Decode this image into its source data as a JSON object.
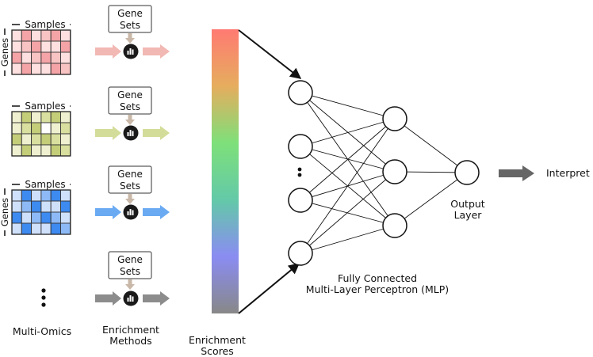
{
  "omics_blocks": [
    {
      "samples_label": "Samples",
      "genes_label": "Genes",
      "gene_sets_label": [
        "Gene",
        "Sets"
      ],
      "arrow_color": "#f2b8b3",
      "grid": [
        [
          "#fde0df",
          "#f4a3a6",
          "#fde0df",
          "#f8c3c3",
          "#f4a3a6",
          "#fde0df"
        ],
        [
          "#fde0df",
          "#f8c3c3",
          "#f4a3a6",
          "#fde0df",
          "#fde0df",
          "#f4a3a6"
        ],
        [
          "#f4a3a6",
          "#fde0df",
          "#f8c3c3",
          "#f4a3a6",
          "#f8c3c3",
          "#fde0df"
        ],
        [
          "#fde0df",
          "#f4a3a6",
          "#fde0df",
          "#fde0df",
          "#f4a3a6",
          "#f8c3c3"
        ]
      ]
    },
    {
      "samples_label": "Samples",
      "genes_label": "",
      "gene_sets_label": [
        "Gene",
        "Sets"
      ],
      "arrow_color": "#d4dc9a",
      "grid": [
        [
          "#eef0cf",
          "#c4cd78",
          "#eef0cf",
          "#d9df9e",
          "#c4cd78",
          "#eef0cf"
        ],
        [
          "#eef0cf",
          "#d9df9e",
          "#c4cd78",
          "#ffffff",
          "#eef0cf",
          "#d9df9e"
        ],
        [
          "#c4cd78",
          "#eef0cf",
          "#d9df9e",
          "#c4cd78",
          "#d9df9e",
          "#eef0cf"
        ],
        [
          "#eef0cf",
          "#c4cd78",
          "#eef0cf",
          "#eef0cf",
          "#c4cd78",
          "#d9df9e"
        ]
      ]
    },
    {
      "samples_label": "Samples",
      "genes_label": "Genes",
      "gene_sets_label": [
        "Gene",
        "Sets"
      ],
      "arrow_color": "#6aaaf2",
      "grid": [
        [
          "#cfe0fb",
          "#3d8af0",
          "#cfe0fb",
          "#8dbaf6",
          "#3d8af0",
          "#cfe0fb"
        ],
        [
          "#cfe0fb",
          "#8dbaf6",
          "#3d8af0",
          "#cfe0fb",
          "#cfe0fb",
          "#3d8af0"
        ],
        [
          "#3d8af0",
          "#cfe0fb",
          "#8dbaf6",
          "#3d8af0",
          "#8dbaf6",
          "#cfe0fb"
        ],
        [
          "#cfe0fb",
          "#3d8af0",
          "#cfe0fb",
          "#cfe0fb",
          "#3d8af0",
          "#8dbaf6"
        ]
      ]
    }
  ],
  "extra_gene_sets_label": [
    "Gene",
    "Sets"
  ],
  "extra_arrow_color": "#8c8c8c",
  "labels": {
    "multi_omics": "Multi-Omics",
    "enrichment_methods": [
      "Enrichment",
      "Methods"
    ],
    "enrichment_scores": [
      "Enrichment",
      "Scores"
    ],
    "mlp": [
      "Fully Connected",
      "Multi-Layer Perceptron (MLP)"
    ],
    "output_layer": [
      "Output",
      "Layer"
    ],
    "interpret": "Interpret"
  },
  "colors": {
    "score_bar_gradient": [
      "#ff7a72",
      "#e6ad5e",
      "#7ee07a",
      "#63c9a8",
      "#8a8cf2",
      "#888888"
    ],
    "method_icon": "#1a1a1a",
    "connector": "#c9b8a8",
    "interpret_arrow": "#666666"
  },
  "network": {
    "input_nodes": 4,
    "hidden_nodes": 3,
    "output_nodes": 1
  }
}
